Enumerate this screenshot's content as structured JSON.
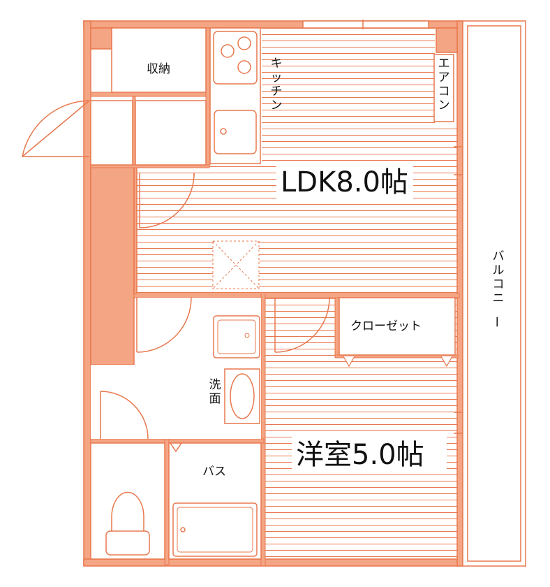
{
  "colors": {
    "wall": "#F4A584",
    "line": "#E8784E",
    "background": "#FFFFFF",
    "text": "#111111"
  },
  "rooms": {
    "ldk": {
      "label": "LDK8.0帖"
    },
    "western": {
      "label": "洋室5.0帖"
    },
    "storage": {
      "label": "収納"
    },
    "kitchen": {
      "label": "キッチン"
    },
    "aircon": {
      "label": "エアコン"
    },
    "closet": {
      "label": "クローゼット"
    },
    "washroom": {
      "label": "洗面"
    },
    "bath": {
      "label": "バス"
    },
    "balcony": {
      "label": "バルコニー"
    }
  }
}
